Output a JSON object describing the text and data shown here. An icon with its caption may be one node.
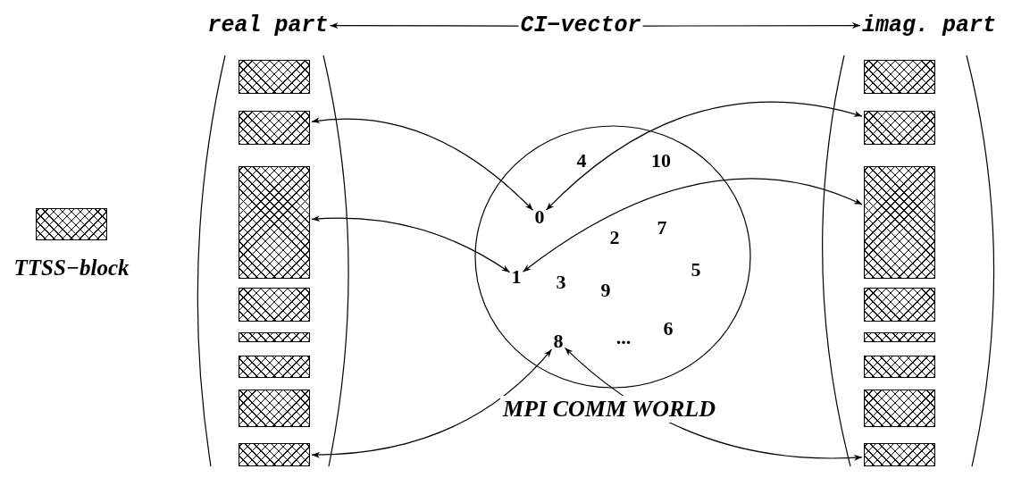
{
  "diagram": {
    "nodes": [
      {
        "text": [
          "real part"
        ]
      },
      {
        "text": [
          "CI−vector"
        ]
      },
      {
        "text": [
          "imag. part"
        ]
      },
      {
        "text": [],
        "shape": "box"
      },
      {
        "text": [],
        "shape": "box"
      },
      {
        "text": [],
        "shape": "box"
      },
      {
        "text": [],
        "shape": "box"
      },
      {
        "text": [],
        "shape": "box"
      },
      {
        "text": [],
        "shape": "box"
      },
      {
        "text": [],
        "shape": "box"
      },
      {
        "text": [],
        "shape": "box"
      },
      {
        "text": [],
        "shape": "box"
      },
      {
        "text": [],
        "shape": "box"
      },
      {
        "text": [],
        "shape": "box"
      },
      {
        "text": [],
        "shape": "box"
      },
      {
        "text": [],
        "shape": "box"
      },
      {
        "text": [],
        "shape": "box"
      },
      {
        "text": [],
        "shape": "box"
      },
      {
        "text": [],
        "shape": "box"
      },
      {
        "text": [
          "MPI COMM WORLD"
        ]
      },
      {
        "text": [
          "0"
        ],
        "in": 19
      },
      {
        "text": [
          "1"
        ],
        "in": 19
      },
      {
        "text": [
          "8"
        ],
        "in": 19
      }
    ],
    "edges": [
      {
        "from": 1,
        "to": 0,
        "arrow": "to"
      },
      {
        "from": 1,
        "to": 2,
        "arrow": "to"
      },
      {
        "from": 4,
        "to": 20,
        "arrow": "both"
      },
      {
        "from": 5,
        "to": 21,
        "arrow": "both"
      },
      {
        "from": 10,
        "to": 22,
        "arrow": "both"
      },
      {
        "from": 12,
        "to": 20,
        "arrow": "both"
      },
      {
        "from": 13,
        "to": 21,
        "arrow": "both"
      },
      {
        "from": 18,
        "to": 22,
        "arrow": "both"
      }
    ],
    "labels": [
      "4",
      "10",
      "7",
      "2",
      "5",
      "3",
      "9",
      "6",
      "..."
    ],
    "legend": [
      {
        "text": "TTSS−block"
      }
    ]
  }
}
